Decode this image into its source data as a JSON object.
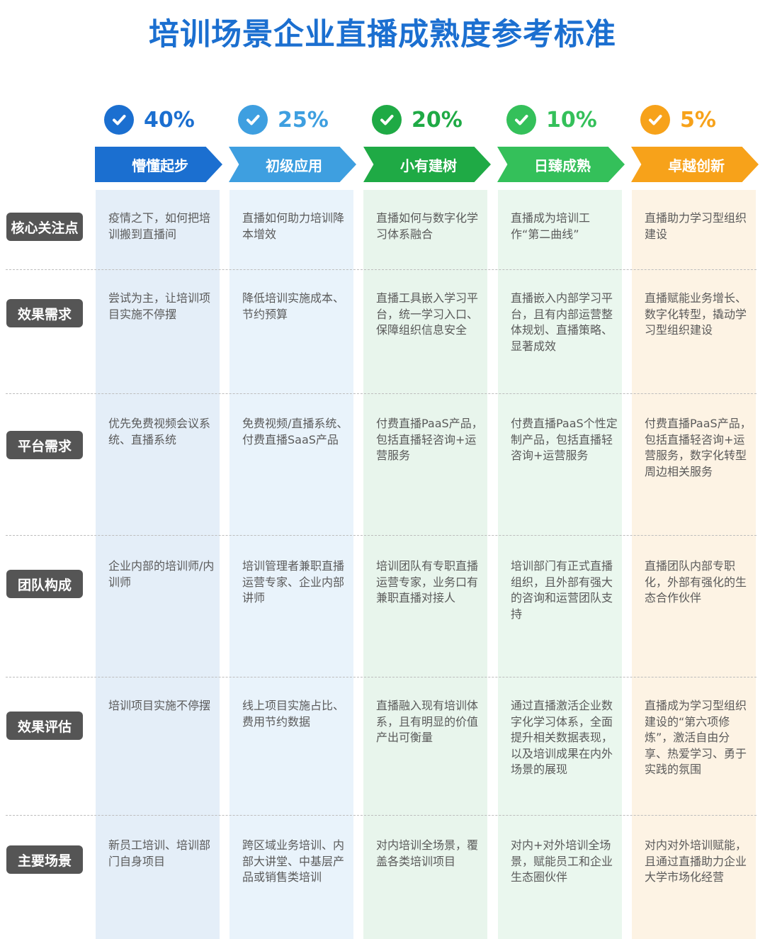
{
  "title": "培训场景企业直播成熟度参考标准",
  "levels": [
    {
      "percent": "40%",
      "name": "懵懂起步",
      "color": "#1b6fd0",
      "bg": "#e4eef8",
      "text_color": "#1b6fd0"
    },
    {
      "percent": "25%",
      "name": "初级应用",
      "color": "#3e9fe0",
      "bg": "#e9f3fb",
      "text_color": "#3e9fe0"
    },
    {
      "percent": "20%",
      "name": "小有建树",
      "color": "#1faa45",
      "bg": "#e8f5ec",
      "text_color": "#1faa45"
    },
    {
      "percent": "10%",
      "name": "日臻成熟",
      "color": "#34c05a",
      "bg": "#eaf7ee",
      "text_color": "#34c05a"
    },
    {
      "percent": "5%",
      "name": "卓越创新",
      "color": "#f7a21a",
      "bg": "#fdf3e4",
      "text_color": "#f7a21a"
    }
  ],
  "rows": [
    {
      "label": "核心关注点",
      "cells": [
        "疫情之下，如何把培训搬到直播间",
        "直播如何助力培训降本增效",
        "直播如何与数字化学习体系融合",
        "直播成为培训工作“第二曲线”",
        "直播助力学习型组织建设"
      ]
    },
    {
      "label": "效果需求",
      "cells": [
        "尝试为主，让培训项目实施不停摆",
        "降低培训实施成本、节约预算",
        "直播工具嵌入学习平台，统一学习入口、保障组织信息安全",
        "直播嵌入内部学习平台，且有内部运营整体规划、直播策略、显著成效",
        "直播赋能业务增长、数字化转型，撬动学习型组织建设"
      ]
    },
    {
      "label": "平台需求",
      "cells": [
        "优先免费视频会议系统、直播系统",
        "免费视频/直播系统、付费直播SaaS产品",
        "付费直播PaaS产品，包括直播轻咨询+运营服务",
        "付费直播PaaS个性定制产品，包括直播轻咨询+运营服务",
        "付费直播PaaS产品，包括直播轻咨询+运营服务，数字化转型周边相关服务"
      ]
    },
    {
      "label": "团队构成",
      "cells": [
        "企业内部的培训师/内训师",
        "培训管理者兼职直播运营专家、企业内部讲师",
        "培训团队有专职直播运营专家，业务口有兼职直播对接人",
        "培训部门有正式直播组织，且外部有强大的咨询和运营团队支持",
        "直播团队内部专职化，外部有强化的生态合作伙伴"
      ]
    },
    {
      "label": "效果评估",
      "cells": [
        "培训项目实施不停摆",
        "线上项目实施占比、费用节约数据",
        "直播融入现有培训体系，且有明显的价值产出可衡量",
        "通过直播激活企业数字化学习体系，全面提升相关数据表现，以及培训成果在内外场景的展现",
        "直播成为学习型组织建设的“第六项修炼”，激活自由分享、热爱学习、勇于实践的氛围"
      ]
    },
    {
      "label": "主要场景",
      "cells": [
        "新员工培训、培训部门自身项目",
        "跨区域业务培训、内部大讲堂、中基层产品或销售类培训",
        "对内培训全场景，覆盖各类培训项目",
        "对内+对外培训全场景，赋能员工和企业生态圈伙伴",
        "对内对外培训赋能，且通过直播助力企业大学市场化经营"
      ]
    }
  ]
}
